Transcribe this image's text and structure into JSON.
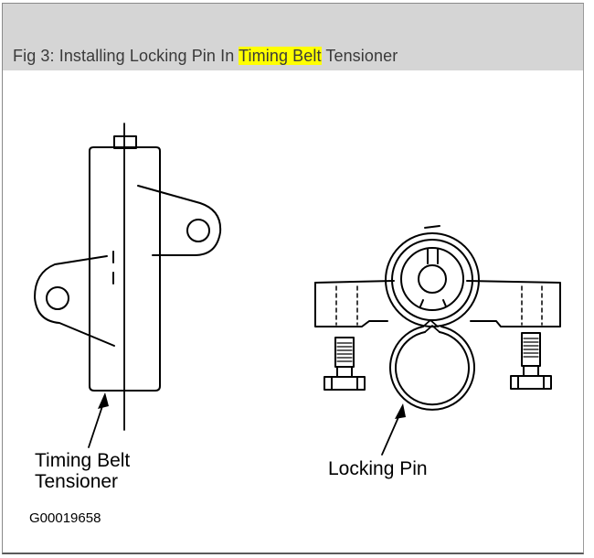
{
  "caption": {
    "prefix": "Fig 3: Installing Locking Pin In ",
    "highlight": "Timing Belt",
    "suffix": " Tensioner",
    "highlight_color": "#ffff00"
  },
  "figure": {
    "labels": {
      "tensioner_line1": "Timing Belt",
      "tensioner_line2": "Tensioner",
      "locking_pin": "Locking Pin"
    },
    "code": "G00019658"
  }
}
